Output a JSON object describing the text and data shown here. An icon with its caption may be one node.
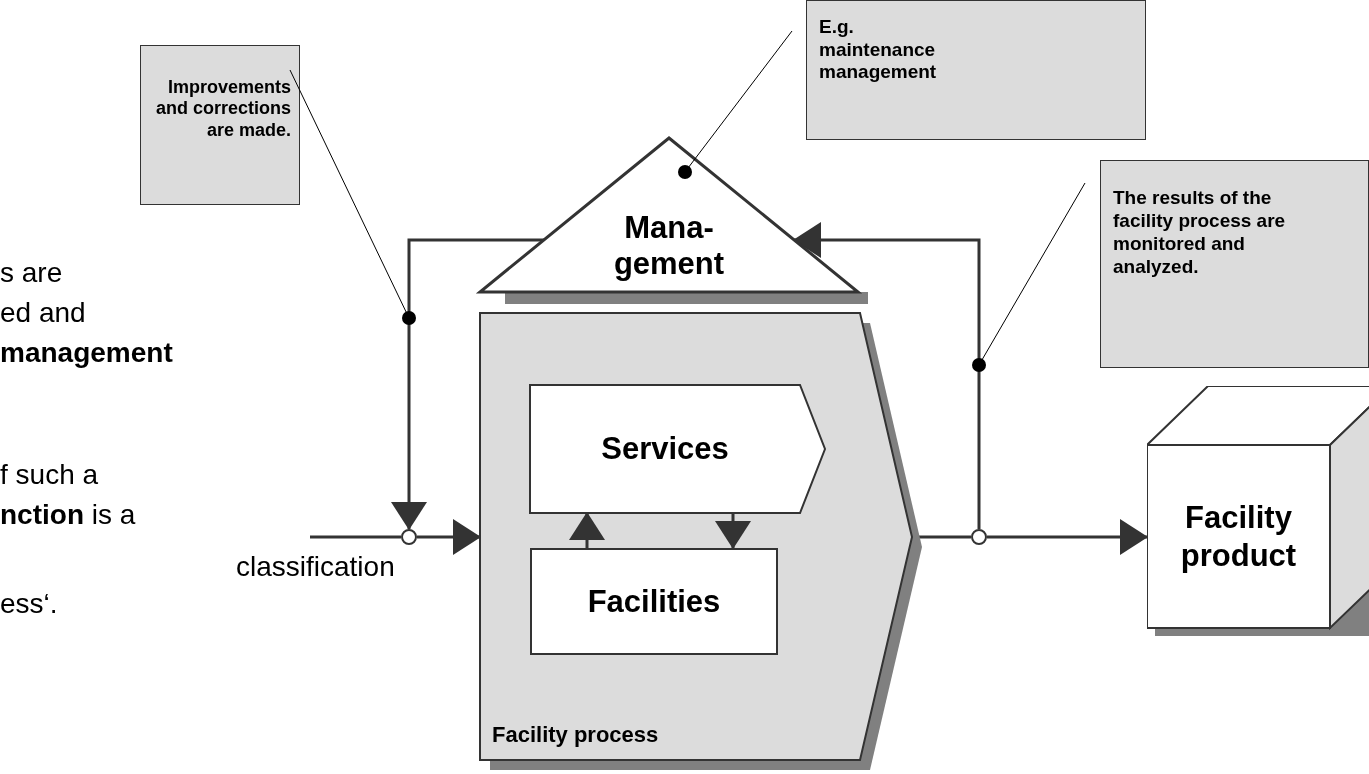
{
  "diagram": {
    "nodes": [
      {
        "text": [
          "Improvements and corrections are made."
        ]
      },
      {
        "text": [
          "E.g. maintenance management"
        ]
      },
      {
        "text": [
          "The results of the facility process are monitored and analyzed."
        ]
      },
      {
        "text": [
          "Mana- gement"
        ]
      },
      {
        "text": [
          "Facility process"
        ]
      },
      {
        "text": [
          "Services"
        ],
        "in": 4
      },
      {
        "text": [
          "Facilities"
        ],
        "in": 4
      },
      {
        "text": [
          "Facility product"
        ]
      },
      {
        "text": [],
        "shape": "circle"
      },
      {
        "text": [],
        "shape": "circle"
      }
    ],
    "edges": [
      {
        "from": null,
        "to": 8,
        "arrow": "none"
      },
      {
        "from": 8,
        "to": 4,
        "arrow": "to"
      },
      {
        "from": 3,
        "to": 8,
        "arrow": "to"
      },
      {
        "from": 6,
        "to": 5,
        "arrow": "to"
      },
      {
        "from": 5,
        "to": 6,
        "arrow": "to"
      },
      {
        "from": 4,
        "to": 9,
        "arrow": "none"
      },
      {
        "from": 9,
        "to": 7,
        "arrow": "to"
      },
      {
        "from": 9,
        "to": 3,
        "arrow": "to"
      },
      {
        "from": 0,
        "to": null,
        "arrow": "other"
      },
      {
        "from": 1,
        "to": 3,
        "arrow": "other"
      },
      {
        "from": 2,
        "to": null,
        "arrow": "other"
      }
    ],
    "labels": [
      "s are",
      "ed and",
      "management",
      "f such a",
      "**nction** is a",
      "classification",
      "ess‘."
    ]
  }
}
